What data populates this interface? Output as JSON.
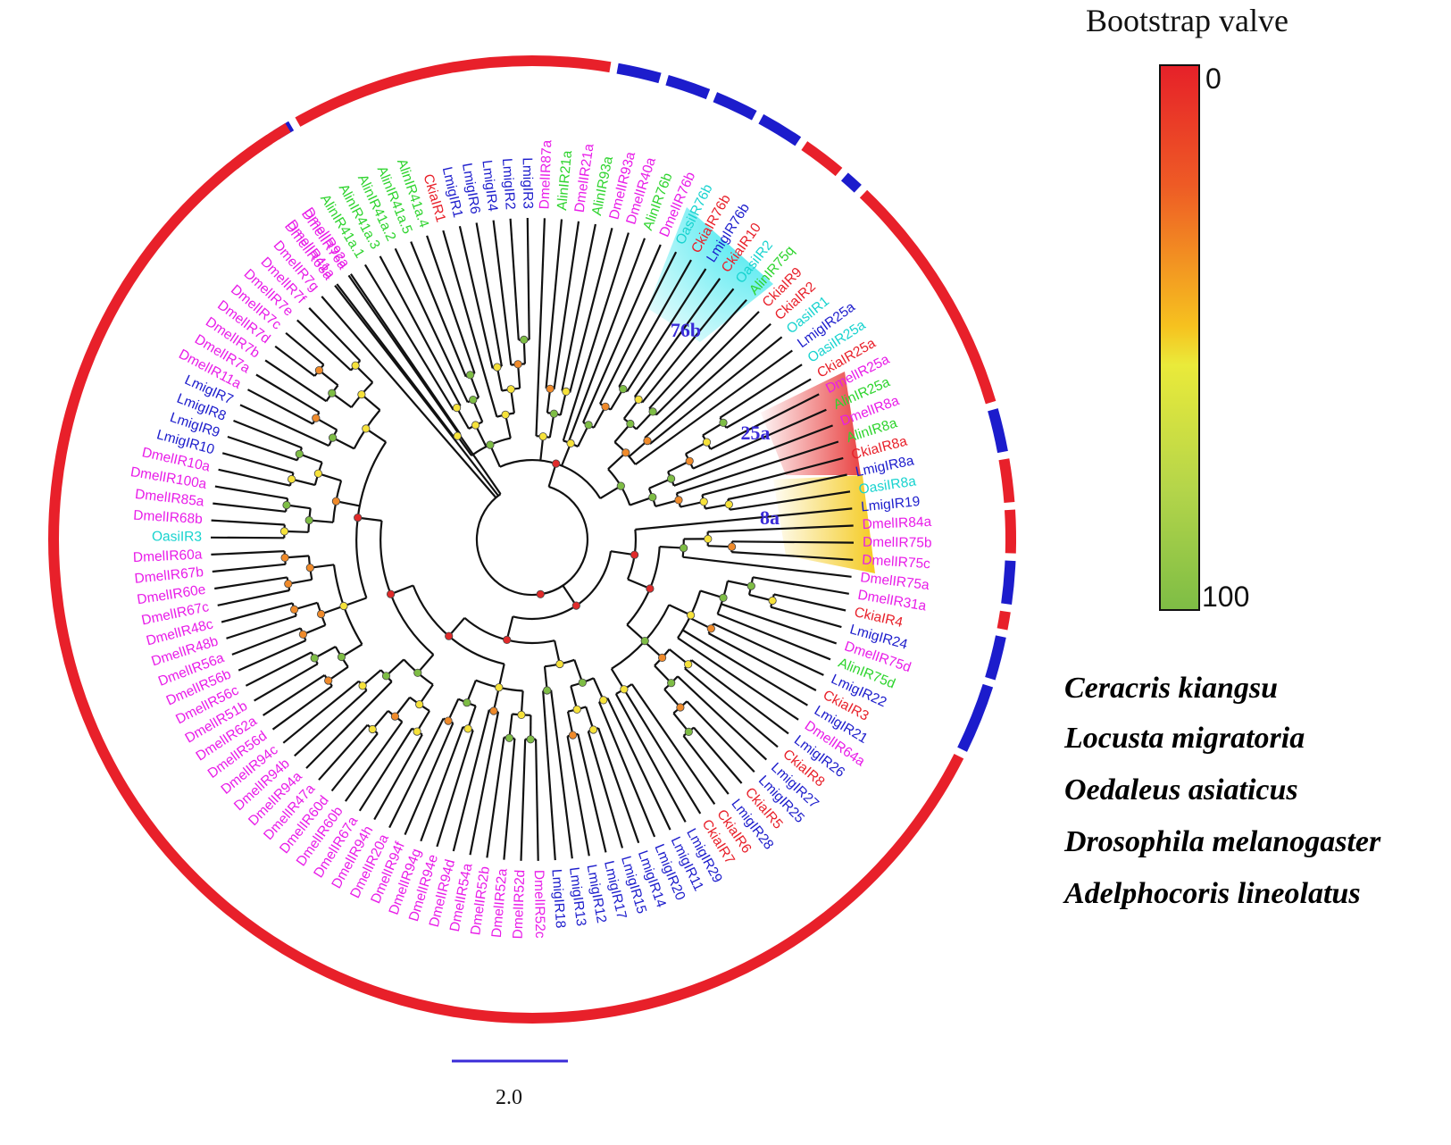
{
  "legend": {
    "title": "Bootstrap valve",
    "min_label": "0",
    "max_label": "100",
    "gradient": [
      "#e62129",
      "#f6c21f",
      "#7ebd45"
    ]
  },
  "species": [
    {
      "name": "Ceracris kiangsu",
      "color": "#e8202a"
    },
    {
      "name": "Locusta migratoria",
      "color": "#1c1ccc"
    },
    {
      "name": "Oedaleus asiaticus",
      "color": "#18d3cf"
    },
    {
      "name": "Drosophila melanogaster",
      "color": "#e81ce8"
    },
    {
      "name": "Adelphocoris lineolatus",
      "color": "#2ed42e"
    }
  ],
  "clades": [
    {
      "label": "76b",
      "color": "#22e4ec"
    },
    {
      "label": "25a",
      "color": "#e83a3a"
    },
    {
      "label": "8a",
      "color": "#f4c815"
    }
  ],
  "scale_bar": {
    "label": "2.0"
  },
  "leaves": [
    {
      "name": "DmelIR41a",
      "sp": 3
    },
    {
      "name": "DmelIR92a",
      "sp": 3
    },
    {
      "name": "AlinIR41a.1",
      "sp": 4
    },
    {
      "name": "AlinIR41a.3",
      "sp": 4
    },
    {
      "name": "AlinIR41a.2",
      "sp": 4
    },
    {
      "name": "AlinIR41a.5",
      "sp": 4
    },
    {
      "name": "AlinIR41a.4",
      "sp": 4
    },
    {
      "name": "CkiaIR1",
      "sp": 0
    },
    {
      "name": "LmigIR1",
      "sp": 1
    },
    {
      "name": "LmigIR6",
      "sp": 1
    },
    {
      "name": "LmigIR4",
      "sp": 1
    },
    {
      "name": "LmigIR2",
      "sp": 1
    },
    {
      "name": "LmigIR3",
      "sp": 1
    },
    {
      "name": "DmelIR87a",
      "sp": 3
    },
    {
      "name": "AlinIR21a",
      "sp": 4
    },
    {
      "name": "DmelIR21a",
      "sp": 3
    },
    {
      "name": "AlinIR93a",
      "sp": 4
    },
    {
      "name": "DmelIR93a",
      "sp": 3
    },
    {
      "name": "DmelIR40a",
      "sp": 3
    },
    {
      "name": "AlinIR76b",
      "sp": 4
    },
    {
      "name": "DmelIR76b",
      "sp": 3
    },
    {
      "name": "OasiIR76b",
      "sp": 2
    },
    {
      "name": "CkiaIR76b",
      "sp": 0
    },
    {
      "name": "LmigIR76b",
      "sp": 1
    },
    {
      "name": "CkiaIR10",
      "sp": 0
    },
    {
      "name": "OasiIR2",
      "sp": 2
    },
    {
      "name": "AlinIR75q",
      "sp": 4
    },
    {
      "name": "CkiaIR9",
      "sp": 0
    },
    {
      "name": "CkiaIR2",
      "sp": 0
    },
    {
      "name": "OasiIR1",
      "sp": 2
    },
    {
      "name": "LmigIR25a",
      "sp": 1
    },
    {
      "name": "OasiIR25a",
      "sp": 2
    },
    {
      "name": "CkiaIR25a",
      "sp": 0
    },
    {
      "name": "DmelIR25a",
      "sp": 3
    },
    {
      "name": "AlinIR25a",
      "sp": 4
    },
    {
      "name": "DmelIR8a",
      "sp": 3
    },
    {
      "name": "AlinIR8a",
      "sp": 4
    },
    {
      "name": "CkiaIR8a",
      "sp": 0
    },
    {
      "name": "LmigIR8a",
      "sp": 1
    },
    {
      "name": "OasiIR8a",
      "sp": 2
    },
    {
      "name": "LmigIR19",
      "sp": 1
    },
    {
      "name": "DmelIR84a",
      "sp": 3
    },
    {
      "name": "DmelIR75b",
      "sp": 3
    },
    {
      "name": "DmelIR75c",
      "sp": 3
    },
    {
      "name": "DmelIR75a",
      "sp": 3
    },
    {
      "name": "DmelIR31a",
      "sp": 3
    },
    {
      "name": "CkiaIR4",
      "sp": 0
    },
    {
      "name": "LmigIR24",
      "sp": 1
    },
    {
      "name": "DmelIR75d",
      "sp": 3
    },
    {
      "name": "AlinIR75d",
      "sp": 4
    },
    {
      "name": "LmigIR22",
      "sp": 1
    },
    {
      "name": "CkiaIR3",
      "sp": 0
    },
    {
      "name": "LmigIR21",
      "sp": 1
    },
    {
      "name": "DmelIR64a",
      "sp": 3
    },
    {
      "name": "LmigIR26",
      "sp": 1
    },
    {
      "name": "CkiaIR8",
      "sp": 0
    },
    {
      "name": "LmigIR27",
      "sp": 1
    },
    {
      "name": "LmigIR25",
      "sp": 1
    },
    {
      "name": "CkiaIR5",
      "sp": 0
    },
    {
      "name": "LmigIR28",
      "sp": 1
    },
    {
      "name": "CkiaIR6",
      "sp": 0
    },
    {
      "name": "CkiaIR7",
      "sp": 0
    },
    {
      "name": "LmigIR29",
      "sp": 1
    },
    {
      "name": "LmigIR11",
      "sp": 1
    },
    {
      "name": "LmigIR20",
      "sp": 1
    },
    {
      "name": "LmigIR14",
      "sp": 1
    },
    {
      "name": "LmigIR15",
      "sp": 1
    },
    {
      "name": "LmigIR17",
      "sp": 1
    },
    {
      "name": "LmigIR12",
      "sp": 1
    },
    {
      "name": "LmigIR13",
      "sp": 1
    },
    {
      "name": "LmigIR18",
      "sp": 1
    },
    {
      "name": "DmelIR52c",
      "sp": 3
    },
    {
      "name": "DmelIR52d",
      "sp": 3
    },
    {
      "name": "DmelIR52a",
      "sp": 3
    },
    {
      "name": "DmelIR52b",
      "sp": 3
    },
    {
      "name": "DmelIR54a",
      "sp": 3
    },
    {
      "name": "DmelIR94d",
      "sp": 3
    },
    {
      "name": "DmelIR94e",
      "sp": 3
    },
    {
      "name": "DmelIR94g",
      "sp": 3
    },
    {
      "name": "DmelIR94f",
      "sp": 3
    },
    {
      "name": "DmelIR20a",
      "sp": 3
    },
    {
      "name": "DmelIR94h",
      "sp": 3
    },
    {
      "name": "DmelIR67a",
      "sp": 3
    },
    {
      "name": "DmelIR60b",
      "sp": 3
    },
    {
      "name": "DmelIR60d",
      "sp": 3
    },
    {
      "name": "DmelIR47a",
      "sp": 3
    },
    {
      "name": "DmelIR94a",
      "sp": 3
    },
    {
      "name": "DmelIR94b",
      "sp": 3
    },
    {
      "name": "DmelIR94c",
      "sp": 3
    },
    {
      "name": "DmelIR56d",
      "sp": 3
    },
    {
      "name": "DmelIR62a",
      "sp": 3
    },
    {
      "name": "DmelIR51b",
      "sp": 3
    },
    {
      "name": "DmelIR56c",
      "sp": 3
    },
    {
      "name": "DmelIR56b",
      "sp": 3
    },
    {
      "name": "DmelIR56a",
      "sp": 3
    },
    {
      "name": "DmelIR48b",
      "sp": 3
    },
    {
      "name": "DmelIR48c",
      "sp": 3
    },
    {
      "name": "DmelIR67c",
      "sp": 3
    },
    {
      "name": "DmelIR60e",
      "sp": 3
    },
    {
      "name": "DmelIR67b",
      "sp": 3
    },
    {
      "name": "DmelIR60a",
      "sp": 3
    },
    {
      "name": "OasiIR3",
      "sp": 2
    },
    {
      "name": "DmelIR68b",
      "sp": 3
    },
    {
      "name": "DmelIR85a",
      "sp": 3
    },
    {
      "name": "DmelIR100a",
      "sp": 3
    },
    {
      "name": "DmelIR10a",
      "sp": 3
    },
    {
      "name": "LmigIR10",
      "sp": 1
    },
    {
      "name": "LmigIR9",
      "sp": 1
    },
    {
      "name": "LmigIR8",
      "sp": 1
    },
    {
      "name": "LmigIR7",
      "sp": 1
    },
    {
      "name": "DmelIR11a",
      "sp": 3
    },
    {
      "name": "DmelIR7a",
      "sp": 3
    },
    {
      "name": "DmelIR7b",
      "sp": 3
    },
    {
      "name": "DmelIR7d",
      "sp": 3
    },
    {
      "name": "DmelIR7c",
      "sp": 3
    },
    {
      "name": "DmelIR7e",
      "sp": 3
    },
    {
      "name": "DmelIR7f",
      "sp": 3
    },
    {
      "name": "DmelIR7g",
      "sp": 3
    },
    {
      "name": "DmelIR68a",
      "sp": 3
    },
    {
      "name": "DmelIR76a",
      "sp": 3
    }
  ],
  "outer_ring": [
    {
      "sp": 0,
      "count": 2
    },
    {
      "sp": 1,
      "count": 1
    },
    {
      "sp": 0,
      "count": 13
    },
    {
      "sp": 1,
      "count": 2
    },
    {
      "sp": 1,
      "count": 2
    },
    {
      "sp": 1,
      "count": 2
    },
    {
      "sp": 1,
      "count": 2
    },
    {
      "sp": 0,
      "count": 2
    },
    {
      "sp": 1,
      "count": 1
    },
    {
      "sp": 0,
      "count": 10
    },
    {
      "sp": 1,
      "count": 2
    },
    {
      "sp": 0,
      "count": 2
    },
    {
      "sp": 0,
      "count": 2
    },
    {
      "sp": 1,
      "count": 2
    },
    {
      "sp": 0,
      "count": 1
    },
    {
      "sp": 1,
      "count": 2
    },
    {
      "sp": 1,
      "count": 3
    },
    {
      "sp": 0,
      "count": 70
    }
  ]
}
